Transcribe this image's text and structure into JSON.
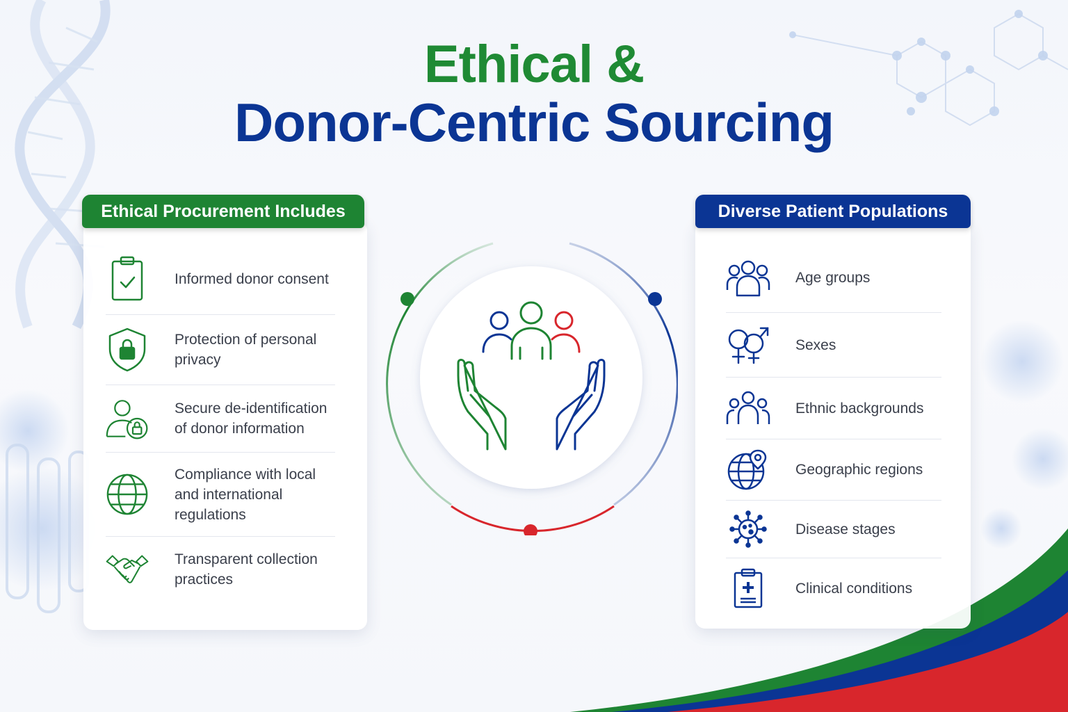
{
  "title": {
    "line1": "Ethical &",
    "line2": "Donor-Centric Sourcing"
  },
  "left_panel": {
    "header": "Ethical Procurement Includes",
    "items": [
      {
        "icon": "clipboard-check-icon",
        "label": "Informed donor consent"
      },
      {
        "icon": "shield-lock-icon",
        "label": "Protection of personal privacy"
      },
      {
        "icon": "user-lock-icon",
        "label": "Secure de-identification of donor information"
      },
      {
        "icon": "globe-icon",
        "label": "Compliance with local and international regulations"
      },
      {
        "icon": "handshake-icon",
        "label": "Transparent collection practices"
      }
    ]
  },
  "right_panel": {
    "header": "Diverse Patient Populations",
    "items": [
      {
        "icon": "people-group-icon",
        "label": "Age groups"
      },
      {
        "icon": "gender-symbols-icon",
        "label": "Sexes"
      },
      {
        "icon": "ethnic-group-icon",
        "label": "Ethnic backgrounds"
      },
      {
        "icon": "globe-pin-icon",
        "label": "Geographic regions"
      },
      {
        "icon": "virus-icon",
        "label": "Disease stages"
      },
      {
        "icon": "medical-clipboard-icon",
        "label": "Clinical conditions"
      }
    ]
  },
  "center": {
    "icon": "hands-holding-people-icon"
  },
  "colors": {
    "green": "#1e8433",
    "blue": "#0b3594",
    "red": "#d8262c",
    "text": "#3a3f4b"
  }
}
